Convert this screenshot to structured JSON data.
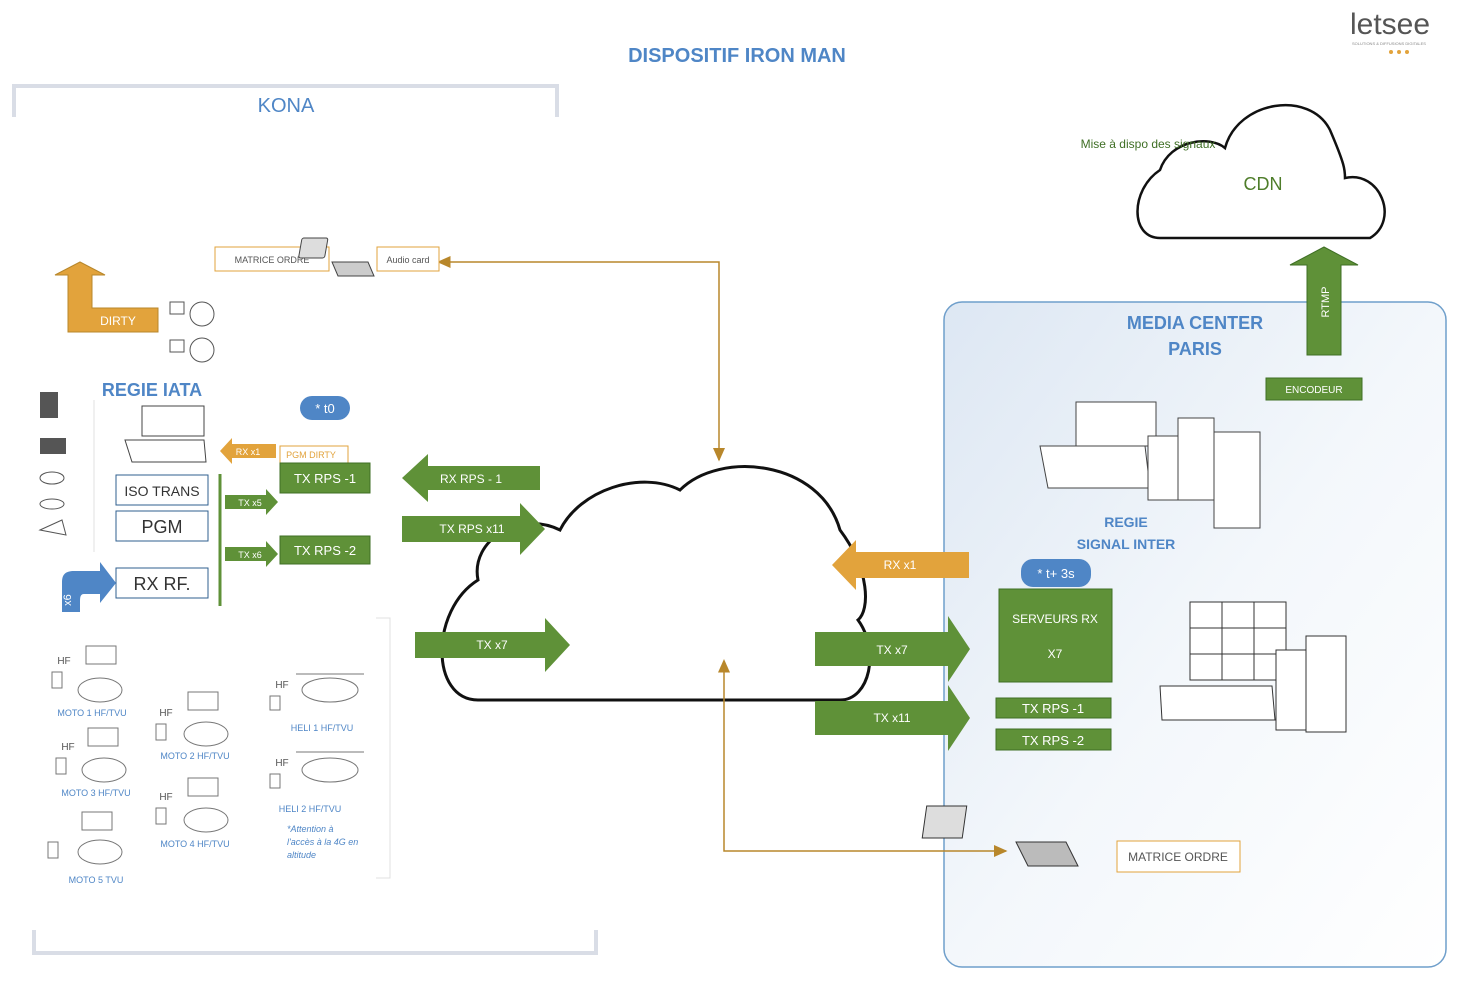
{
  "logo": {
    "text": "letsee",
    "tagline": "SOLUTIONS & DIFFUSIONS DIGITALES"
  },
  "title": "DISPOSITIF IRON MAN",
  "kona": {
    "label": "KONA",
    "regie_iata": "REGIE IATA",
    "dirty": "DIRTY",
    "iso_trans": "ISO TRANS",
    "pgm": "PGM",
    "rx_rf": "RX RF.",
    "x6": "x6",
    "t0": "* t0",
    "matrice_ordre": "MATRICE ORDRE",
    "audio_card": "Audio card",
    "pgm_dirty": "PGM DIRTY",
    "rx_x1": "RX x1",
    "tx_x5": "TX x5",
    "tx_x6": "TX x6",
    "tx_rps_1": "TX RPS -1",
    "tx_rps_2": "TX RPS -2"
  },
  "links": {
    "rx_rps_1": "RX RPS - 1",
    "tx_rps_x11": "TX RPS x11",
    "tx_x7_left": "TX x7",
    "rx_x1_right": "RX x1",
    "tx_x7_right": "TX x7",
    "tx_x11_right": "TX x11"
  },
  "field": {
    "moto1": "MOTO 1 HF/TVU",
    "moto2": "MOTO 2 HF/TVU",
    "moto3": "MOTO 3 HF/TVU",
    "moto4": "MOTO 4 HF/TVU",
    "moto5": "MOTO 5 TVU",
    "heli1": "HELI 1 HF/TVU",
    "heli2": "HELI 2 HF/TVU",
    "hf": "HF",
    "note_l1": "*Attention à",
    "note_l2": "l'accès à la 4G en",
    "note_l3": "altitude"
  },
  "cdn": {
    "label": "CDN",
    "note": "Mise à dispo des signaux",
    "rtmp": "RTMP"
  },
  "media_center": {
    "title_l1": "MEDIA CENTER",
    "title_l2": "PARIS",
    "encodeur": "ENCODEUR",
    "regie_l1": "REGIE",
    "regie_l2": "SIGNAL INTER",
    "t3s": "* t+ 3s",
    "serveurs_l1": "SERVEURS RX",
    "serveurs_l2": "X7",
    "tx_rps_1": "TX RPS -1",
    "tx_rps_2": "TX RPS -2",
    "matrice_ordre": "MATRICE ORDRE"
  },
  "colors": {
    "green_fill": "#5f9138",
    "green_dark": "#3f6f25",
    "orange": "#e2a33c",
    "orange_line": "#b8872b",
    "blue_title": "#4f86c6",
    "blue_pill": "#4f86c6",
    "tx_green_text": "#4e7d2a"
  }
}
